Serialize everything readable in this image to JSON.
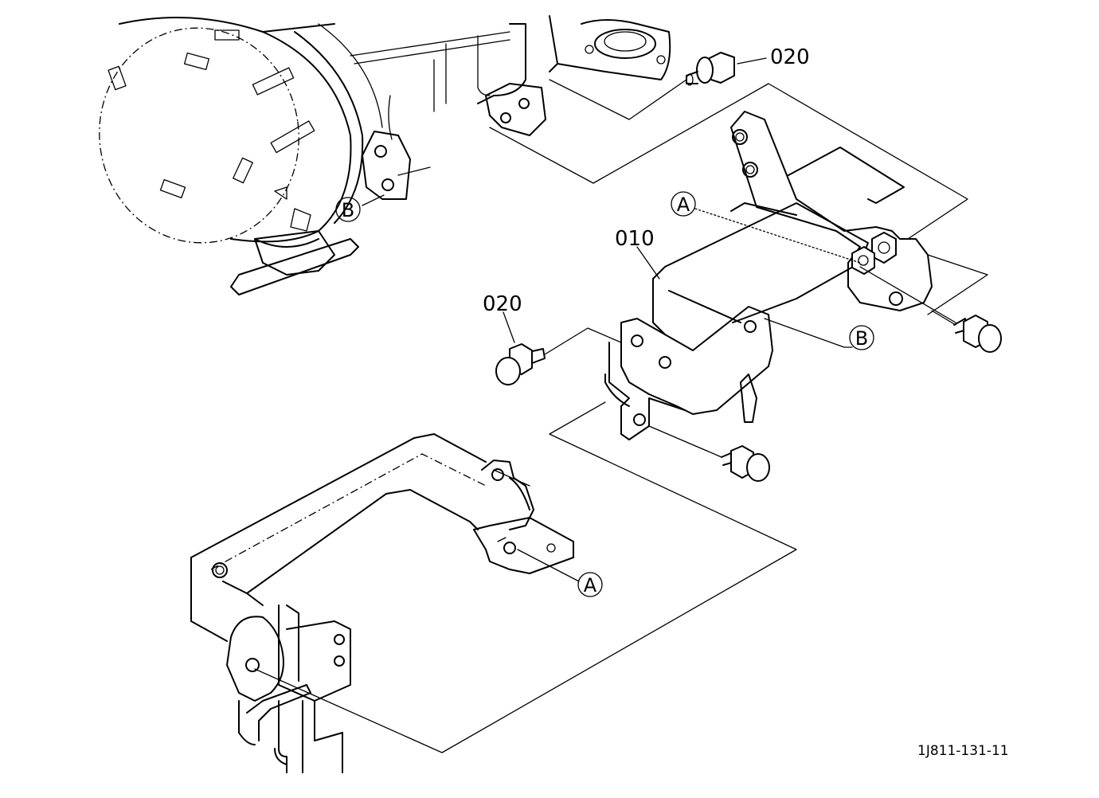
{
  "callouts": {
    "part_010": "010",
    "part_020_top": "020",
    "part_020_left": "020",
    "ref_a_upper": "A",
    "ref_a_lower": "A",
    "ref_b_left": "B",
    "ref_b_right": "B"
  },
  "drawing_number": "1J811-131-11"
}
